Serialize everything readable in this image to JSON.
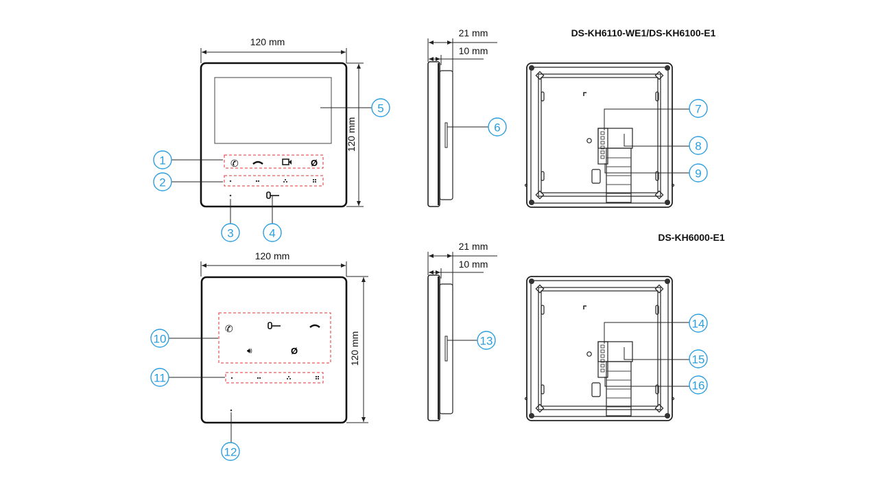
{
  "titles": {
    "top_model": "DS-KH6110-WE1/DS-KH6100-E1",
    "bottom_model": "DS-KH6000-E1"
  },
  "dimensions": {
    "width": "120 mm",
    "height": "120 mm",
    "depth_total": "21 mm",
    "depth_body": "10 mm"
  },
  "callouts": [
    "1",
    "2",
    "3",
    "4",
    "5",
    "6",
    "7",
    "8",
    "9",
    "10",
    "11",
    "12",
    "13",
    "14",
    "15",
    "16"
  ],
  "colors": {
    "callout": "#2a9ee0",
    "highlight": "#e03030"
  }
}
